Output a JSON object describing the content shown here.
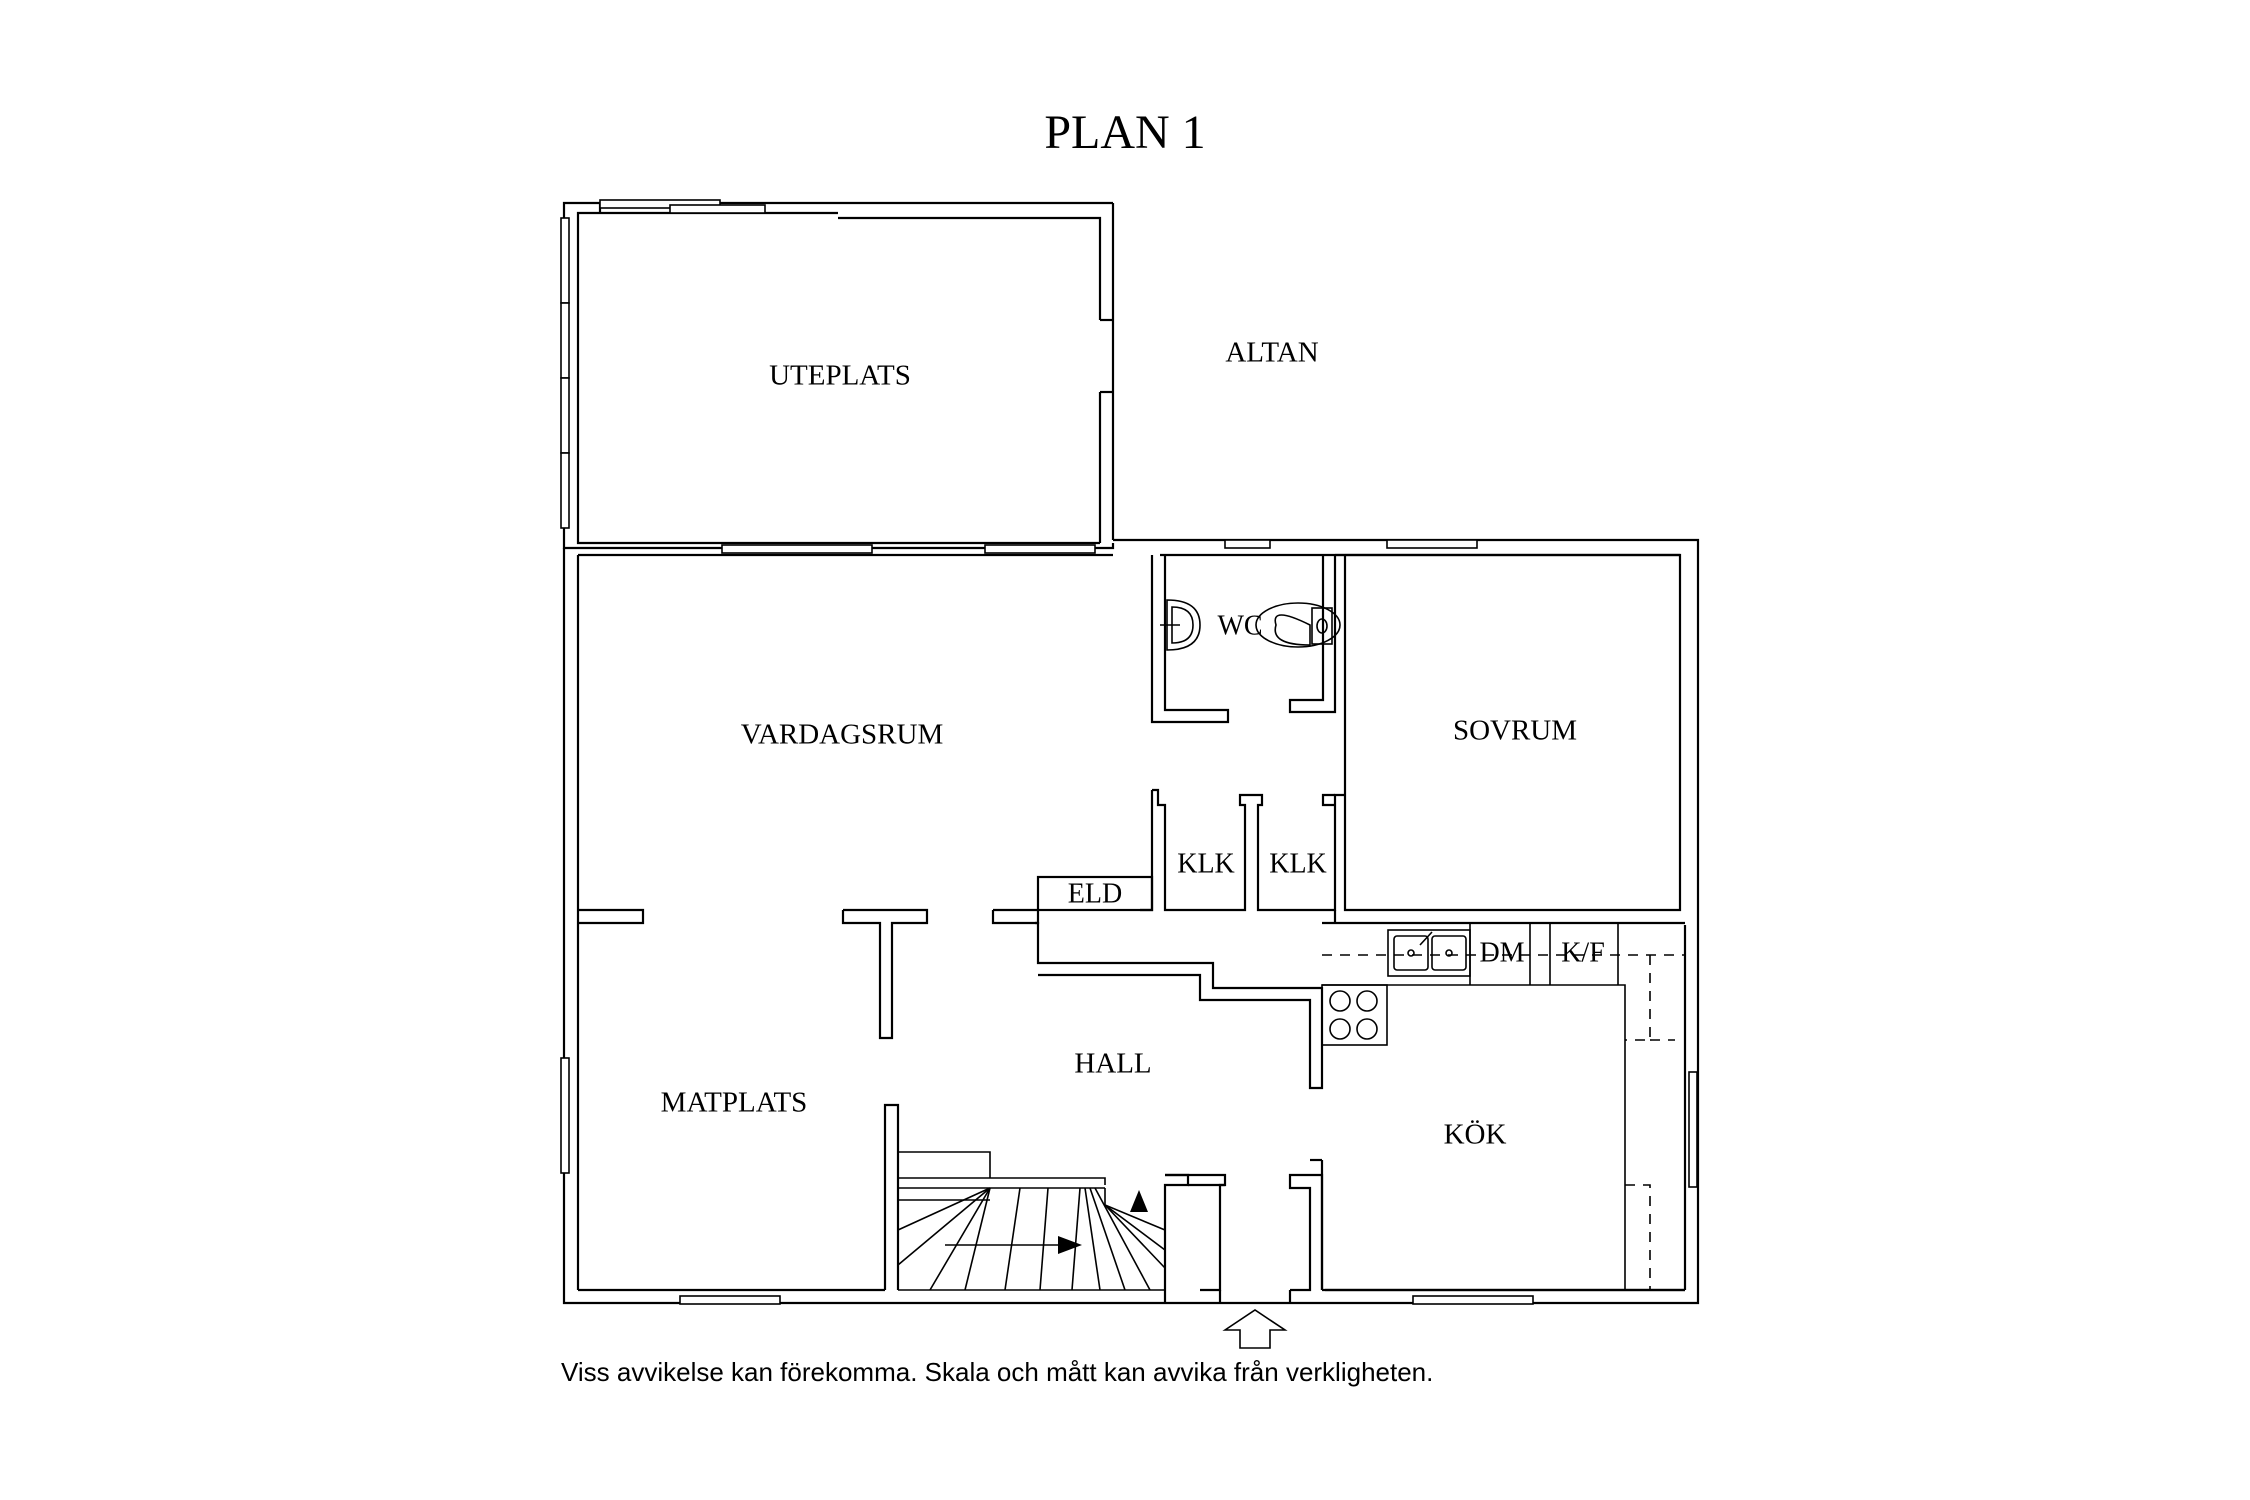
{
  "title": "PLAN 1",
  "disclaimer": "Viss avvikelse kan förekomma. Skala och mått kan avvika från verkligheten.",
  "rooms": {
    "uteplats": "UTEPLATS",
    "altan": "ALTAN",
    "wc": "WC",
    "vardagsrum": "VARDAGSRUM",
    "sovrum": "SOVRUM",
    "klk1": "KLK",
    "klk2": "KLK",
    "eld": "ELD",
    "dm": "DM",
    "kf": "K/F",
    "hall": "HALL",
    "matplats": "MATPLATS",
    "kok": "KÖK"
  }
}
